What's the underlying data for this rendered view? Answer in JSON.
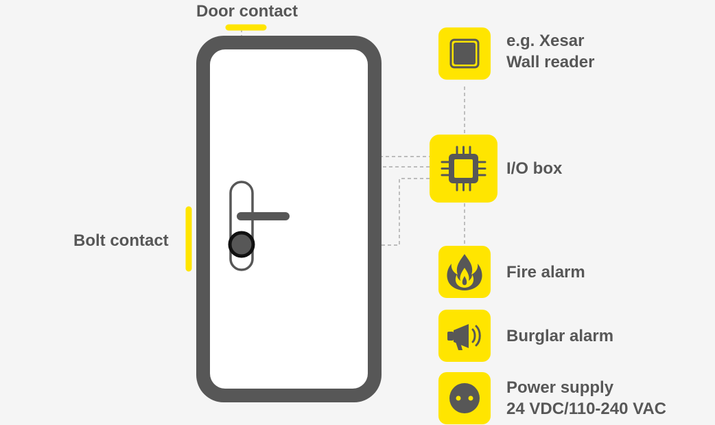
{
  "labels": {
    "door_contact": "Door contact",
    "bolt_contact": "Bolt contact",
    "wall_reader_line1": "e.g. Xesar",
    "wall_reader_line2": "Wall reader",
    "io_box": "I/O box",
    "fire_alarm": "Fire alarm",
    "burglar_alarm": "Burglar alarm",
    "power_line1": "Power supply",
    "power_line2": "24 VDC/110-240 VAC"
  },
  "colors": {
    "accent": "#ffe500",
    "frame": "#575757",
    "text": "#575757",
    "background": "#f5f5f5",
    "door_panel": "#ffffff"
  },
  "icons": {
    "wall_reader": "wall-reader-icon",
    "io_box": "chip-icon",
    "fire_alarm": "fire-icon",
    "burglar_alarm": "megaphone-icon",
    "power_supply": "power-socket-icon"
  }
}
